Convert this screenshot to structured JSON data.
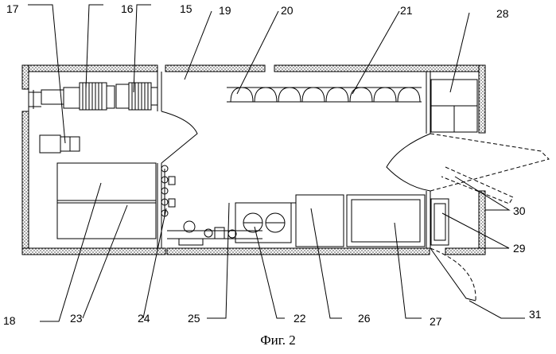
{
  "labels": {
    "n15": "15",
    "n16": "16",
    "n17": "17",
    "n18": "18",
    "n19": "19",
    "n20": "20",
    "n21": "21",
    "n22": "22",
    "n23": "23",
    "n24": "24",
    "n25": "25",
    "n26": "26",
    "n27": "27",
    "n28": "28",
    "n29": "29",
    "n30": "30",
    "n31": "31"
  },
  "caption": "Фиг. 2",
  "colors": {
    "line": "#000000",
    "wall_hatch": "#555555",
    "background": "#ffffff"
  }
}
